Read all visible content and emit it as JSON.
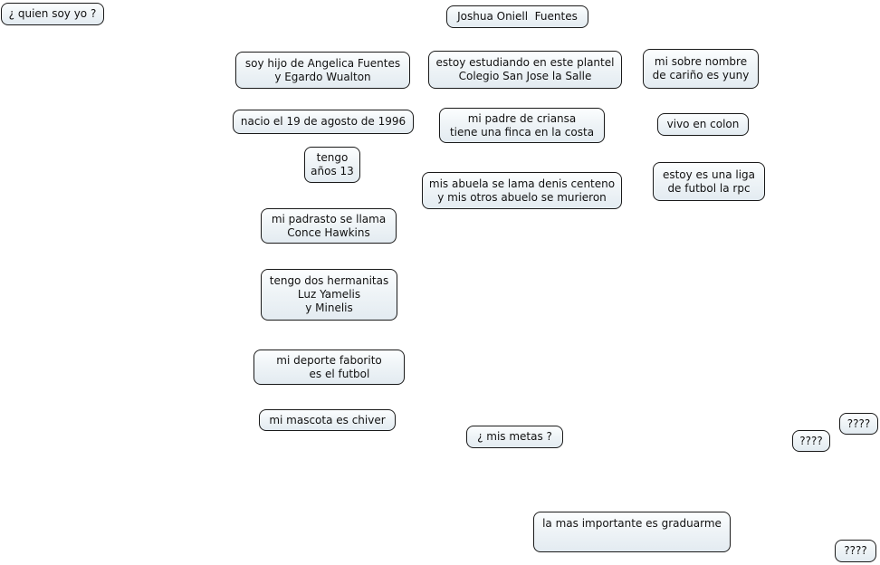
{
  "app": {
    "type": "mind-map-canvas",
    "background": "#ffffff"
  },
  "style": {
    "node_border_color": "#1a1a1a",
    "node_fill_top": "#fcfeff",
    "node_fill_bottom": "#e3ebf1",
    "node_text_color": "#111111"
  },
  "nodes": [
    {
      "id": "quien-soy-yo",
      "text": "¿ quien soy yo ?"
    },
    {
      "id": "nombre",
      "text": "Joshua Oniell  Fuentes"
    },
    {
      "id": "padres",
      "text": "soy hijo de Angelica Fuentes\ny Egardo Wualton"
    },
    {
      "id": "plantel",
      "text": "estoy estudiando en este plantel\nColegio San Jose la Salle"
    },
    {
      "id": "sobrenombre",
      "text": "mi sobre nombre\nde cariño es yuny"
    },
    {
      "id": "nacimiento",
      "text": "nacio el 19 de agosto de 1996"
    },
    {
      "id": "padre-criansa",
      "text": "mi padre de criansa\ntiene una finca en la costa"
    },
    {
      "id": "residencia",
      "text": "vivo en colon"
    },
    {
      "id": "edad",
      "text": "tengo\naños 13"
    },
    {
      "id": "abuelos",
      "text": "mis abuela se lama denis centeno\ny mis otros abuelo se murieron"
    },
    {
      "id": "liga-futbol",
      "text": "estoy es una liga\nde futbol la rpc"
    },
    {
      "id": "padrasto",
      "text": "mi padrasto se llama\nConce Hawkins"
    },
    {
      "id": "hermanitas",
      "text": "tengo dos hermanitas\nLuz Yamelis\ny Minelis"
    },
    {
      "id": "deporte",
      "text": "mi deporte faborito\n      es el futbol"
    },
    {
      "id": "mascota",
      "text": "mi mascota es chiver"
    },
    {
      "id": "mis-metas",
      "text": "¿ mis metas ?"
    },
    {
      "id": "desconocido-1",
      "text": "????"
    },
    {
      "id": "desconocido-2",
      "text": "????"
    },
    {
      "id": "meta-graduarme",
      "text": "la mas importante es graduarme"
    },
    {
      "id": "desconocido-3",
      "text": "????"
    }
  ]
}
